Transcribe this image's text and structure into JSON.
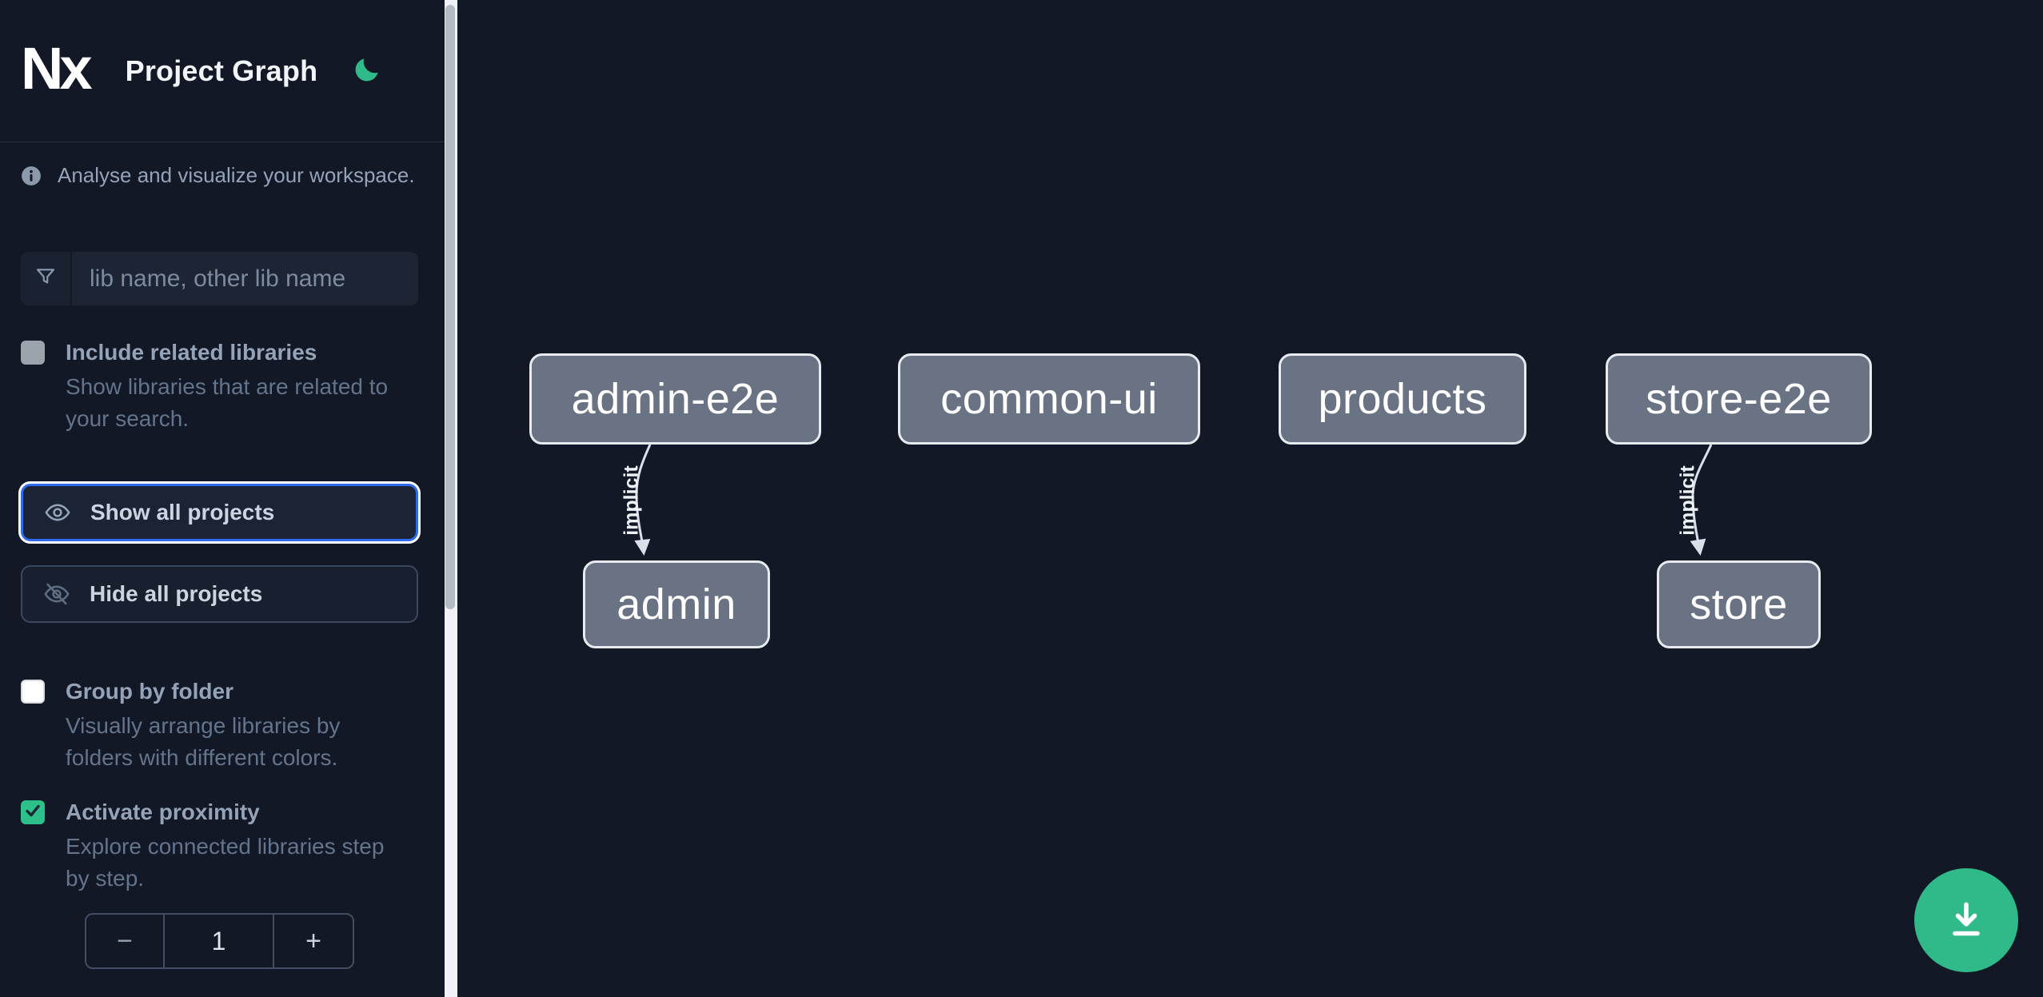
{
  "header": {
    "title": "Project Graph"
  },
  "info": {
    "text": "Analyse and visualize your workspace."
  },
  "search": {
    "placeholder": "lib name, other lib name",
    "value": ""
  },
  "options": {
    "include_related": {
      "label": "Include related libraries",
      "description": "Show libraries that are related to\nyour search.",
      "checked": false
    },
    "group_by_folder": {
      "label": "Group by folder",
      "description": "Visually arrange libraries by\nfolders with different colors.",
      "checked": false
    },
    "activate_proximity": {
      "label": "Activate proximity",
      "description": "Explore connected libraries step\nby step.",
      "checked": true
    }
  },
  "actions": {
    "show_all": "Show all projects",
    "hide_all": "Hide all projects"
  },
  "proximity_stepper": {
    "decrement": "−",
    "value": "1",
    "increment": "+"
  },
  "logo": {
    "text": "Nx"
  },
  "icons": {
    "theme_toggle": "moon-icon",
    "info": "info-icon",
    "search": "funnel-icon",
    "show_all": "eye-icon",
    "hide_all": "eye-off-icon",
    "download": "download-icon"
  },
  "colors": {
    "background": "#121826",
    "accent_green": "#30b989",
    "checkbox_checked_green": "#2ec08a",
    "focus_blue": "#2e6bef",
    "node_fill": "#697383",
    "node_border": "#e7ebf0",
    "edge": "#d9e0e9",
    "secondary_text": "#94a3b8",
    "muted_text": "#64748b"
  },
  "graph": {
    "nodes": [
      {
        "label": "admin-e2e"
      },
      {
        "label": "common-ui"
      },
      {
        "label": "products"
      },
      {
        "label": "store-e2e"
      },
      {
        "label": "admin"
      },
      {
        "label": "store"
      }
    ],
    "edges": [
      {
        "from": "admin-e2e",
        "to": "admin",
        "label": "implicit"
      },
      {
        "from": "store-e2e",
        "to": "store",
        "label": "implicit"
      }
    ]
  }
}
